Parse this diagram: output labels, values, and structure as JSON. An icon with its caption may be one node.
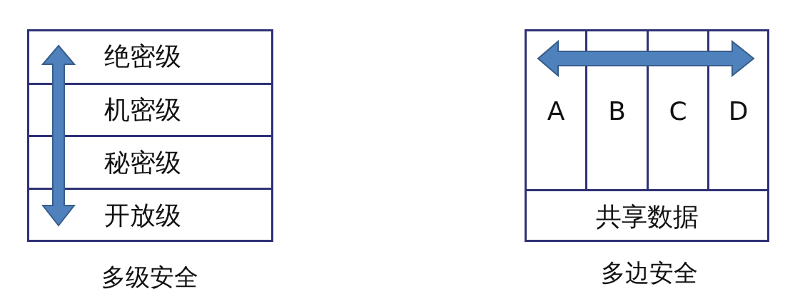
{
  "diagram": {
    "nodes": [
      {
        "text": [
          "绝密级"
        ]
      },
      {
        "text": [
          "机密级"
        ]
      },
      {
        "text": [
          "秘密级"
        ]
      },
      {
        "text": [
          "开放级"
        ]
      },
      {
        "text": [
          "A"
        ]
      },
      {
        "text": [
          "B"
        ]
      },
      {
        "text": [
          "C"
        ]
      },
      {
        "text": [
          "D"
        ]
      },
      {
        "text": [
          "共享数据"
        ]
      }
    ],
    "labels": [
      "多级安全",
      "多边安全"
    ]
  }
}
